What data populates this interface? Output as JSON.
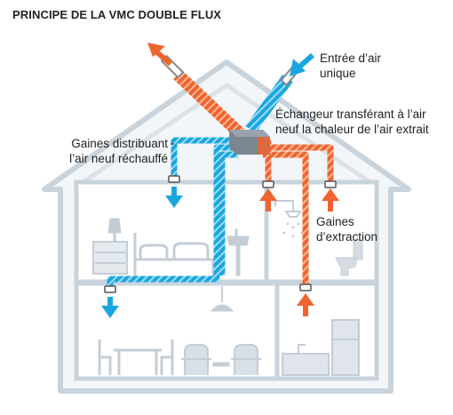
{
  "title": "PRINCIPE DE LA VMC DOUBLE FLUX",
  "labels": {
    "entree_air": [
      "Entrée d’air",
      "unique"
    ],
    "echangeur": [
      "Échangeur transférant à l’air",
      "neuf la chaleur de l’air extrait"
    ],
    "gaines_distrib": [
      "Gaines distribuant",
      "l’air neuf réchauffé"
    ],
    "gaines_extraction": [
      "Gaines",
      "d’extraction"
    ]
  },
  "colors": {
    "house_line": "#c9d3dc",
    "house_fill": "#eef2f6",
    "fresh_air": "#1aa7e0",
    "extracted_air": "#f0642f",
    "exchanger": "#6f7a85",
    "furniture": "#c4cdd6",
    "text": "#222222"
  }
}
